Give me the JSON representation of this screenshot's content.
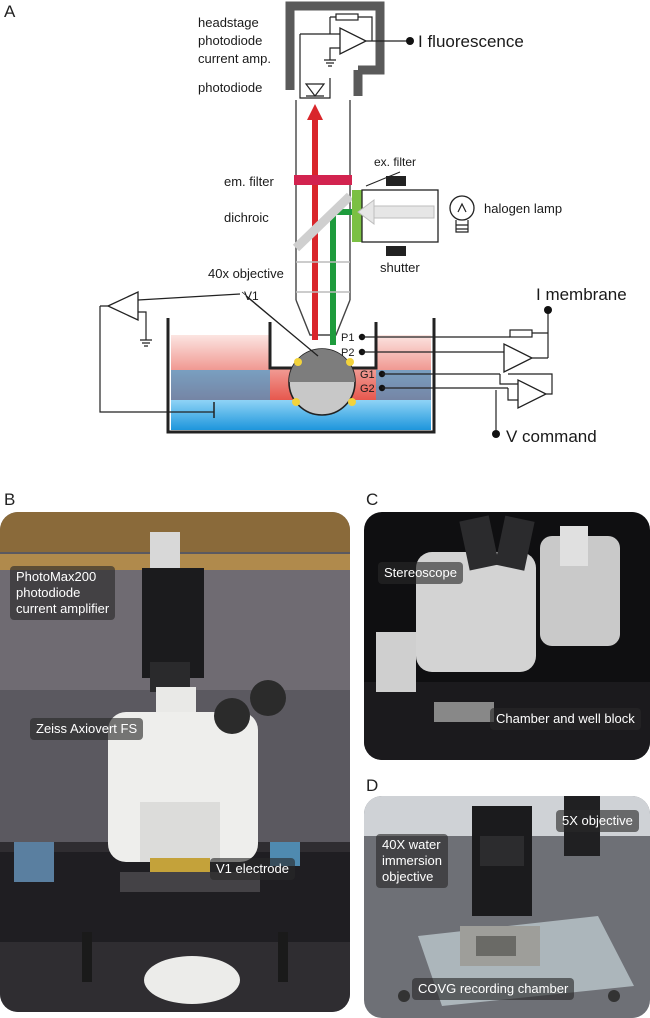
{
  "panels": {
    "a": "A",
    "b": "B",
    "c": "C",
    "d": "D"
  },
  "diagram_labels": {
    "headstage_line1": "headstage",
    "headstage_line2": "photodiode",
    "headstage_line3": "current amp.",
    "photodiode": "photodiode",
    "i_fluorescence": "I fluorescence",
    "ex_filter": "ex. filter",
    "em_filter": "em. filter",
    "dichroic": "dichroic",
    "halogen_lamp": "halogen lamp",
    "shutter": "shutter",
    "objective_40x": "40x objective",
    "v1": "V1",
    "i_membrane": "I membrane",
    "p1": "P1",
    "p2": "P2",
    "g1": "G1",
    "g2": "G2",
    "v_command": "V command"
  },
  "photo_b": {
    "label_amplifier": "PhotoMax200\nphotodiode\ncurrent amplifier",
    "label_microscope": "Zeiss Axiovert FS",
    "label_electrode": "V1 electrode"
  },
  "photo_c": {
    "label_stereoscope": "Stereoscope",
    "label_chamber": "Chamber and well block"
  },
  "photo_d": {
    "label_40x": "40X water\nimmersion\nobjective",
    "label_5x": "5X objective",
    "label_chamber": "COVG recording chamber"
  },
  "colors": {
    "excitation_green": "#1e9b3c",
    "emission_red": "#d9262b",
    "filter_green": "#7bc043",
    "filter_red": "#d2234f",
    "bath_blue": "#2aa3e0",
    "bath_red": "#e8443a",
    "oocyte_gray": "#c8c8c8",
    "housing_gray": "#5a5a5a"
  }
}
